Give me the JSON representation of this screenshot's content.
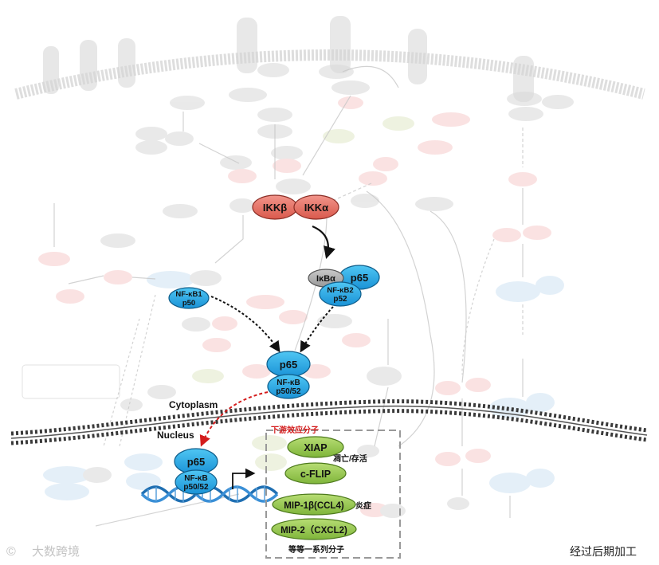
{
  "labels": {
    "ikkb": "IKKβ",
    "ikka": "IKKα",
    "ikba": "IκBα",
    "p65": "p65",
    "nfkb2": "NF-κB2",
    "p52": "p52",
    "nfkb": "NF-κB",
    "p50_52": "p50/52",
    "nfkb1": "NF-κB1",
    "p50": "p50",
    "cytoplasm": "Cytoplasm",
    "nucleus": "Nucleus"
  },
  "downstream": {
    "title": "下游效应分子",
    "xiap": "XIAP",
    "cflip": "c-FLIP",
    "mip1": "MIP-1β(CCL4)",
    "mip2": "MIP-2（CXCL2)",
    "apoptosis": "凋亡/存活",
    "inflammation": "炎症",
    "more": "等等一系列分子"
  },
  "footer": {
    "logo_glyph": "©",
    "logo": "大数跨境",
    "note": "经过后期加工"
  }
}
